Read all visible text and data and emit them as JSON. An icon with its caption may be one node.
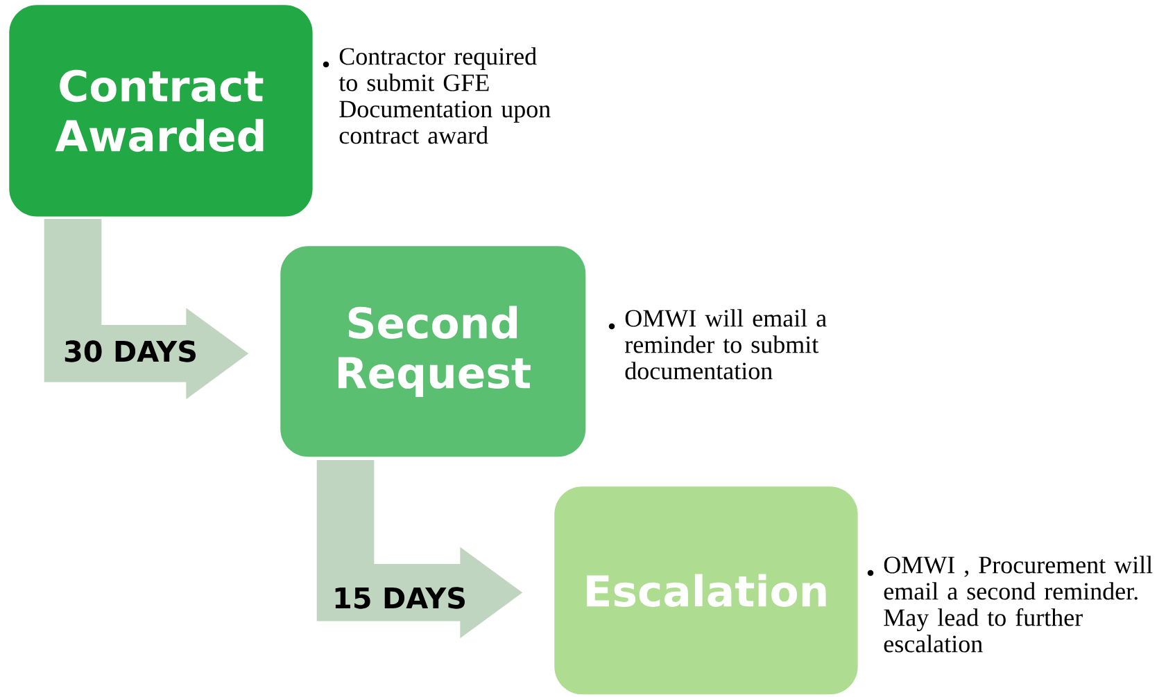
{
  "diagram": {
    "nodes": [
      {
        "text": [
          "Contract Awarded"
        ],
        "beside": [
          "Contractor required to submit GFE Documentation upon contract award"
        ]
      },
      {
        "text": [
          "Second Request"
        ],
        "beside": [
          "OMWI will email a reminder to submit documentation"
        ]
      },
      {
        "text": [
          "Escalation"
        ],
        "beside": [
          "OMWI , Procurement will email a second reminder. May lead to further escalation"
        ]
      }
    ],
    "edges": [
      {
        "from": 0,
        "to": 1,
        "arrow": "to",
        "label": "30 DAYS"
      },
      {
        "from": 1,
        "to": 2,
        "arrow": "to",
        "label": "15 DAYS"
      }
    ]
  }
}
